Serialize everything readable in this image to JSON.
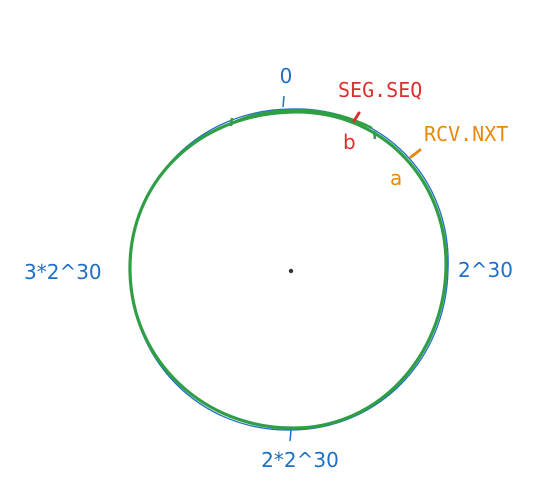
{
  "colors": {
    "background": "#ffffff",
    "blue": "#1f6fc4",
    "green": "#2f9e44",
    "red": "#d9302f",
    "orange": "#e8890c",
    "center": "#333333"
  },
  "labels": {
    "top": "0",
    "right": "2^30",
    "bottom": "2*2^30",
    "left": "3*2^30"
  },
  "markers": {
    "seg_seq": {
      "name": "SEG.SEQ",
      "letter": "b"
    },
    "rcv_nxt": {
      "name": "RCV.NXT",
      "letter": "a"
    }
  }
}
